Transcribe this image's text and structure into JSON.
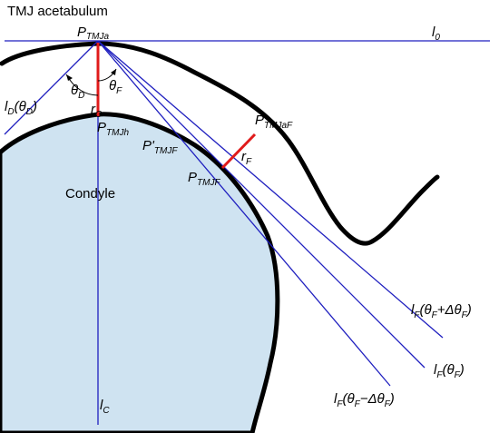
{
  "labels": {
    "title": "TMJ acetabulum",
    "condyle": "Condyle",
    "p_tmja": {
      "main": "P",
      "sub": "TMJa"
    },
    "p_tmjh": {
      "main": "P",
      "sub": "TMJh"
    },
    "p_tmjaf": {
      "main": "P",
      "sub": "TMJaF"
    },
    "p_prime_tmjf": {
      "main": "P'",
      "sub": "TMJF"
    },
    "p_tmjf": {
      "main": "P",
      "sub": "TMJF"
    },
    "l0": {
      "main": "l",
      "sub": "0"
    },
    "ld": {
      "main": "l",
      "sub": "D",
      "arg": "(θ",
      "argsub": "D",
      "close": ")"
    },
    "theta_d": {
      "main": "θ",
      "sub": "D"
    },
    "theta_f": {
      "main": "θ",
      "sub": "F"
    },
    "r_c": {
      "main": "r",
      "sub": "C"
    },
    "r_f": {
      "main": "r",
      "sub": "F"
    },
    "lc": {
      "main": "l",
      "sub": "C"
    },
    "lf_plus": {
      "main": "l",
      "sub": "F",
      "arg": "(θ",
      "argsub": "F",
      "rest": "+Δθ",
      "restsub": "F",
      "close": ")"
    },
    "lf": {
      "main": "l",
      "sub": "F",
      "arg": "(θ",
      "argsub": "F",
      "close": ")"
    },
    "lf_minus": {
      "main": "l",
      "sub": "F",
      "arg": "(θ",
      "argsub": "F",
      "rest": "−Δθ",
      "restsub": "F",
      "close": ")"
    }
  },
  "colors": {
    "axis_lines": "#1f1fbf",
    "radius_lines": "#e01b1b",
    "condyle_fill": "#cfe3f1",
    "outline": "#000000"
  }
}
